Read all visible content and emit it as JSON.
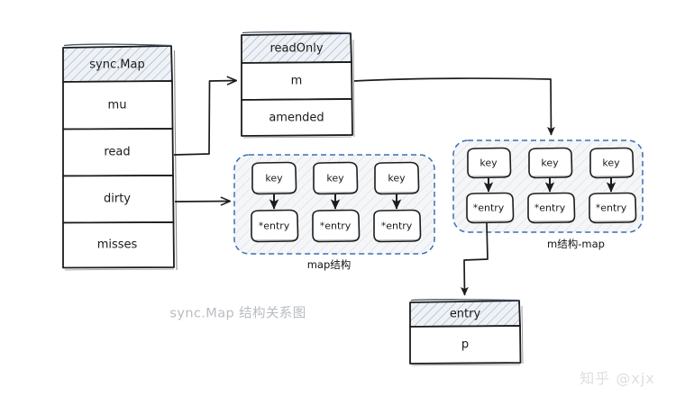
{
  "diagram": {
    "title": "sync.Map 结构关系图",
    "watermark": "知乎 @xjx",
    "colors": {
      "stroke": "#1c1c1c",
      "hatch_header_tint": "#eef2f7",
      "hatch_line": "#9aa7b8",
      "group_dash_border": "#3d6fb4",
      "group_fill": "#f4f5f7",
      "title_gray": "#b9bcc0",
      "watermark_gray": "#dcdee1",
      "background": "#ffffff"
    }
  },
  "structs": {
    "sync_map": {
      "header": "sync.Map",
      "rows": [
        "mu",
        "read",
        "dirty",
        "misses"
      ]
    },
    "read_only": {
      "header": "readOnly",
      "rows": [
        "m",
        "amended"
      ]
    },
    "entry": {
      "header": "entry",
      "rows": [
        "p"
      ]
    }
  },
  "groups": {
    "map_struct": {
      "caption": "map结构",
      "pairs": [
        {
          "key": "key",
          "entry": "*entry"
        },
        {
          "key": "key",
          "entry": "*entry"
        },
        {
          "key": "key",
          "entry": "*entry"
        }
      ]
    },
    "m_struct_map": {
      "caption": "m结构-map",
      "pairs": [
        {
          "key": "key",
          "entry": "*entry"
        },
        {
          "key": "key",
          "entry": "*entry"
        },
        {
          "key": "key",
          "entry": "*entry"
        }
      ]
    }
  },
  "connections": [
    {
      "from": "sync.Map.read",
      "to": "readOnly.m"
    },
    {
      "from": "sync.Map.dirty",
      "to": "map结构"
    },
    {
      "from": "readOnly.m",
      "to": "m结构-map"
    },
    {
      "from": "m结构-map.*entry",
      "to": "entry"
    }
  ]
}
